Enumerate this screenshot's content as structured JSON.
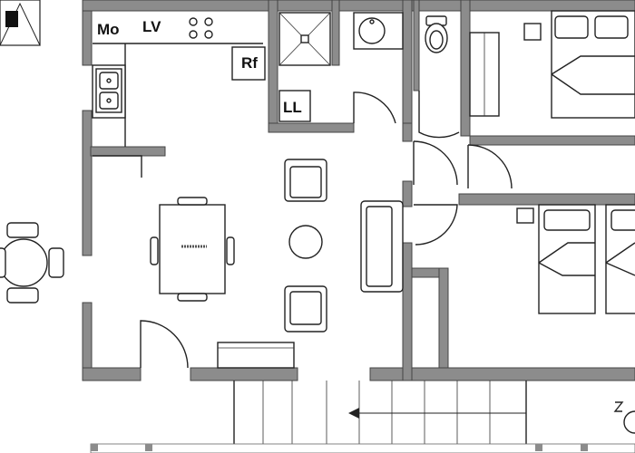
{
  "labels": {
    "mo": "Mo",
    "lv": "LV",
    "rf": "Rf",
    "ll": "LL"
  },
  "colors": {
    "wall": "#8c8c8c",
    "wall_outline": "#444444",
    "line": "#222222",
    "fill": "#ffffff",
    "stair_arrow": "#222222"
  },
  "icons": [
    "fireplace-icon",
    "stove-burners-icon",
    "sink-icon",
    "shower-icon",
    "washbasin-icon",
    "toilet-icon",
    "bed-icon",
    "table-icon",
    "chair-icon",
    "sofa-icon",
    "armchair-icon",
    "door-swing-icon",
    "north-arrow-icon",
    "stairs-arrow-icon"
  ]
}
